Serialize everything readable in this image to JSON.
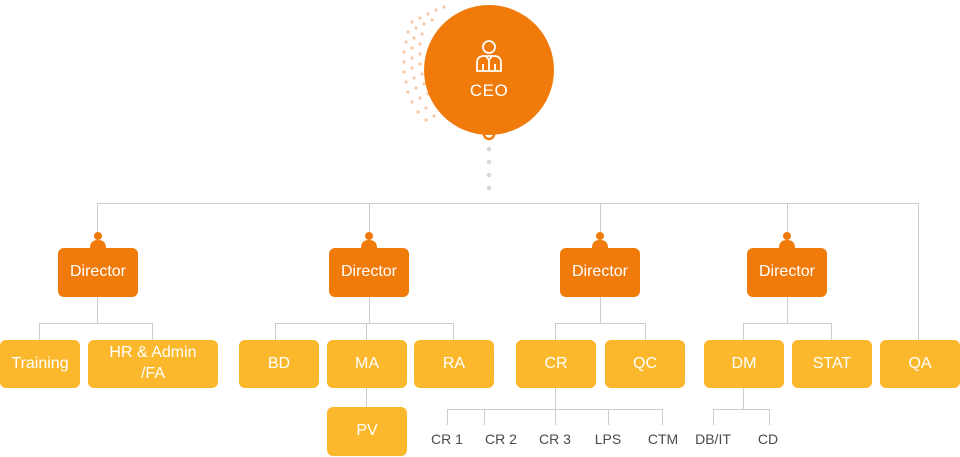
{
  "ceo": {
    "label": "CEO",
    "icon": "person-icon"
  },
  "directors": [
    {
      "label": "Director"
    },
    {
      "label": "Director"
    },
    {
      "label": "Director"
    },
    {
      "label": "Director"
    }
  ],
  "departments": {
    "training": "Training",
    "hr_admin_fa": "HR & Admin\n/FA",
    "bd": "BD",
    "ma": "MA",
    "pv": "PV",
    "ra": "RA",
    "cr": "CR",
    "qc": "QC",
    "dm": "DM",
    "stat": "STAT",
    "qa": "QA"
  },
  "cr_units": [
    "CR 1",
    "CR 2",
    "CR 3",
    "LPS",
    "CTM"
  ],
  "dm_units": [
    "DB/IT",
    "CD"
  ],
  "colors": {
    "primary": "#f07a0a",
    "secondary": "#fcb82d",
    "line": "#cccccc",
    "dots": "#f6b88a"
  }
}
